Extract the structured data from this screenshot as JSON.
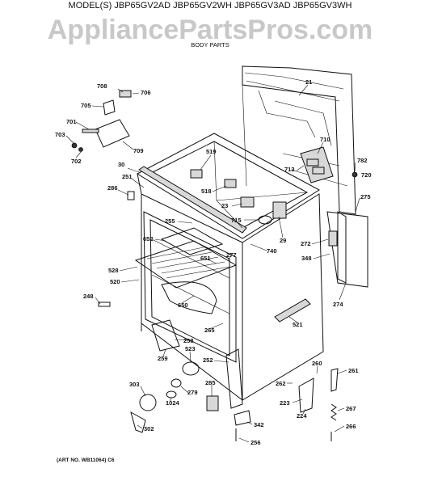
{
  "header": {
    "models": "MODEL(S) JBP65GV2AD  JBP65GV2WH  JBP65GV3AD  JBP65GV3WH",
    "watermark": "AppliancePartsPros.com",
    "section": "BODY PARTS"
  },
  "footer": {
    "art_no": "(ART NO. WB11064) C6"
  },
  "callouts": {
    "p708": "708",
    "p706": "706",
    "p705": "705",
    "p701": "701",
    "p703": "703",
    "p702": "702",
    "p709": "709",
    "p21": "21",
    "p710": "710",
    "p782": "782",
    "p720": "720",
    "p713": "713",
    "p519": "519",
    "p30": "30",
    "p251": "251",
    "p286": "286",
    "p518": "518",
    "p23": "23",
    "p255": "255",
    "p715": "715",
    "p29": "29",
    "p275": "275",
    "p652": "652",
    "p277": "277",
    "p740": "740",
    "p272": "272",
    "p348": "348",
    "p651": "651",
    "p528": "528",
    "p520": "520",
    "p248": "248",
    "p650": "650",
    "p274": "274",
    "p521": "521",
    "p265": "265",
    "p258": "258",
    "p523": "523",
    "p259": "259",
    "p252": "252",
    "p260": "260",
    "p261": "261",
    "p262": "262",
    "p279": "279",
    "p285": "285",
    "p303": "303",
    "p1024": "1024",
    "p223": "223",
    "p224": "224",
    "p267": "267",
    "p342": "342",
    "p302": "302",
    "p266": "266",
    "p256": "256"
  },
  "colors": {
    "line": "#111111",
    "watermark": "#c8c8c8",
    "background": "#ffffff"
  }
}
